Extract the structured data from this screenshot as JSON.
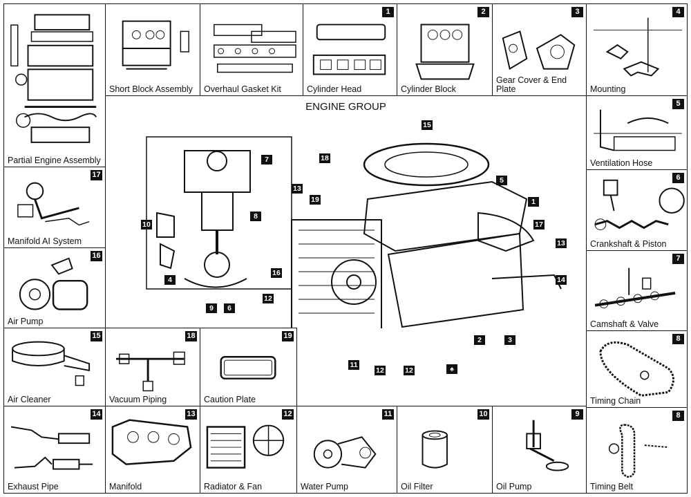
{
  "main": {
    "title": "ENGINE GROUP",
    "callouts": {
      "c15": "15",
      "c18": "18",
      "c19": "19",
      "c7": "7",
      "c13a": "13",
      "c5": "5",
      "c1": "1",
      "c17": "17",
      "c13b": "13",
      "c10": "10",
      "c8": "8",
      "c4": "4",
      "c16": "16",
      "c14": "14",
      "c12a": "12",
      "c9": "9",
      "c6": "6",
      "c2": "2",
      "c3": "3",
      "c11": "11",
      "c12b": "12",
      "c12c": "12",
      "cspade": "♠"
    }
  },
  "cells": {
    "partial": {
      "label": "Partial Engine Assembly"
    },
    "short_block": {
      "label": "Short Block Assembly"
    },
    "gasket": {
      "label": "Overhaul Gasket Kit"
    },
    "cyl_head": {
      "label": "Cylinder Head",
      "num": "1"
    },
    "cyl_block": {
      "label": "Cylinder Block",
      "num": "2"
    },
    "gear_cover": {
      "label": "Gear Cover & End\nPlate",
      "num": "3"
    },
    "mounting": {
      "label": "Mounting",
      "num": "4"
    },
    "vent_hose": {
      "label": "Ventilation Hose",
      "num": "5"
    },
    "crank": {
      "label": "Crankshaft & Piston",
      "num": "6"
    },
    "camshaft": {
      "label": "Camshaft & Valve",
      "num": "7"
    },
    "timing_chain": {
      "label": "Timing Chain",
      "num": "8"
    },
    "manifold_ai": {
      "label": "Manifold AI System",
      "num": "17"
    },
    "air_pump": {
      "label": "Air Pump",
      "num": "16"
    },
    "air_cleaner": {
      "label": "Air Cleaner",
      "num": "15"
    },
    "vacuum": {
      "label": "Vacuum Piping",
      "num": "18"
    },
    "caution": {
      "label": "Caution Plate",
      "num": "19"
    },
    "exhaust": {
      "label": "Exhaust Pipe",
      "num": "14"
    },
    "manifold": {
      "label": "Manifold",
      "num": "13"
    },
    "radiator": {
      "label": "Radiator & Fan",
      "num": "12"
    },
    "water_pump": {
      "label": "Water Pump",
      "num": "11"
    },
    "oil_filter": {
      "label": "Oil Filter",
      "num": "10"
    },
    "oil_pump": {
      "label": "Oil Pump",
      "num": "9"
    },
    "timing_belt": {
      "label": "Timing Belt",
      "num": "8"
    }
  }
}
